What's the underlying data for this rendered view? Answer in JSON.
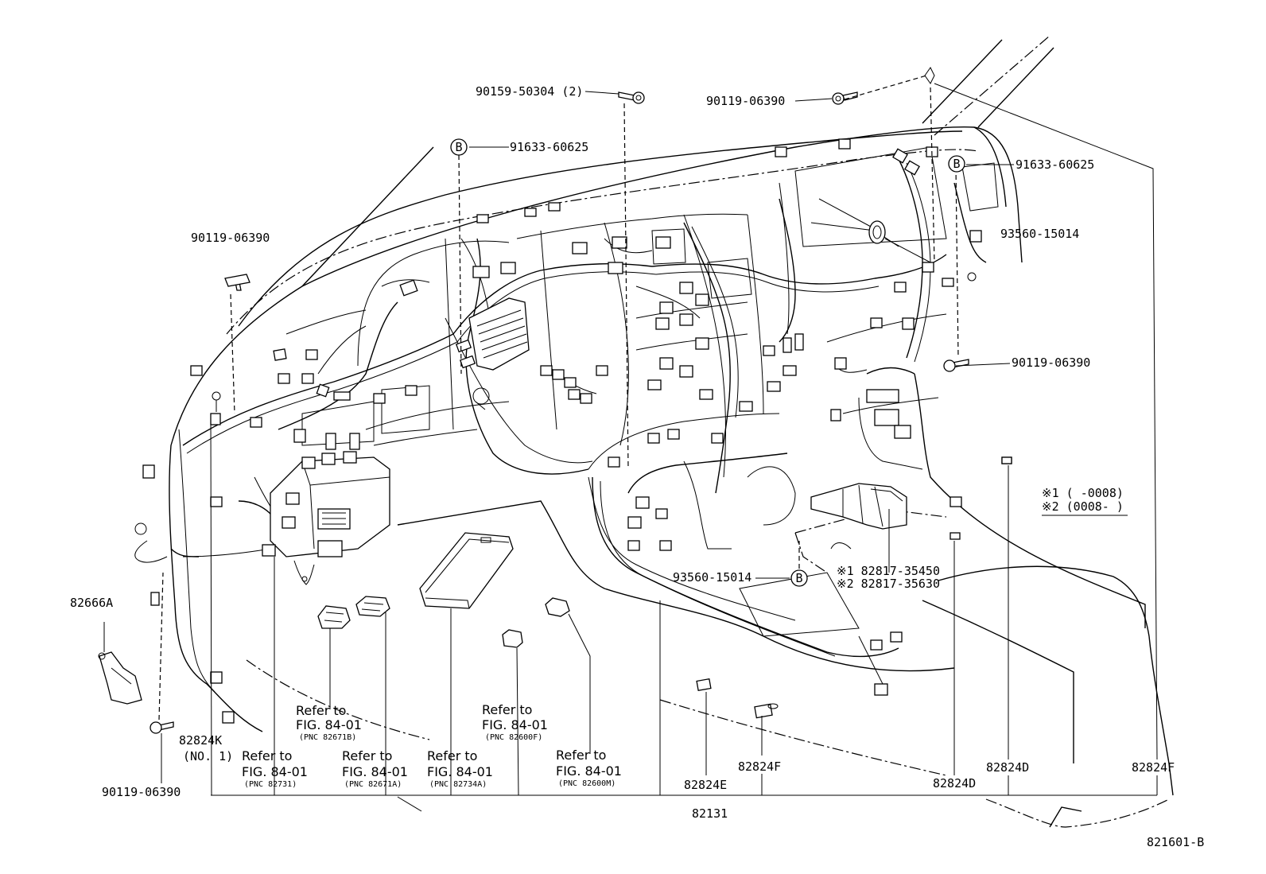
{
  "labels": {
    "p90159_50304": "90159-50304 (2)",
    "p90119_06390_top": "90119-06390",
    "p91633_60625_left": "91633-60625",
    "p91633_60625_right": "91633-60625",
    "p90119_06390_left": "90119-06390",
    "p93560_15014_right": "93560-15014",
    "p90119_06390_right": "90119-06390",
    "legend1": "※1 (   -0008)",
    "legend2": "※2 (0008-   )",
    "p93560_15014_bottom": "93560-15014",
    "p82817_1": "※1 82817-35450",
    "p82817_2": "※2 82817-35630",
    "p82666A": "82666A",
    "p82824K": "82824K",
    "p82824K_no": "(NO. 1)",
    "p90119_06390_bottom": "90119-06390",
    "p82824F_mid": "82824F",
    "p82824E": "82824E",
    "p82824D_mid": "82824D",
    "p82824D_right": "82824D",
    "p82824F_right": "82824F",
    "p82131": "82131",
    "figure_id": "821601-B",
    "b_marker": "B"
  },
  "refs": [
    {
      "line1": "Refer to",
      "fig": "FIG. 84-01",
      "pnc": "(PNC  82671B)"
    },
    {
      "line1": "Refer to",
      "fig": "FIG. 84-01",
      "pnc": "(PNC  82600F)"
    },
    {
      "line1": "Refer to",
      "fig": "FIG. 84-01",
      "pnc": "(PNC  82731)"
    },
    {
      "line1": "Refer to",
      "fig": "FIG. 84-01",
      "pnc": "(PNC  82671A)"
    },
    {
      "line1": "Refer to",
      "fig": "FIG. 84-01",
      "pnc": "(PNC  82734A)"
    },
    {
      "line1": "Refer to",
      "fig": "FIG. 84-01",
      "pnc": "(PNC  82600M)"
    }
  ]
}
